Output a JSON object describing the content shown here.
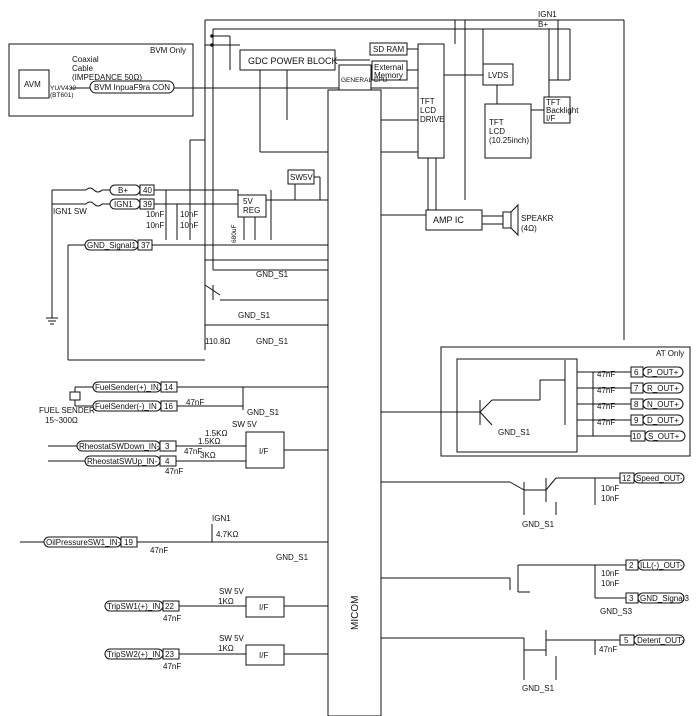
{
  "bvm": {
    "title": "BVM Only",
    "avm": "AVM",
    "cable_line1": "Coaxial",
    "cable_line2": "Cable",
    "cable_line3": "(IMPEDANCE 50Ω)",
    "avm_pin1": "YU/V432",
    "avm_pin2": "(BT601)",
    "connector": "BVM InpuaF9ra CON"
  },
  "top": {
    "ign1": "IGN1",
    "bplus": "B+",
    "gdc": "GDC POWER BLOCK",
    "sdram": "SD RAM",
    "external": "External",
    "memory": "Memory",
    "small_ic": "GENERAL CPU",
    "lvds": "LVDS",
    "tft_drive": [
      "TFT",
      "LCD",
      "DRIVE"
    ],
    "tft_lcd": [
      "TFT",
      "LCD",
      "(10.25inch)"
    ],
    "tft_backlight": [
      "TFT",
      "Backlight",
      "I/F"
    ],
    "amp": "AMP IC",
    "speaker": "SPEAKR",
    "speaker_ohm": "(4Ω)"
  },
  "power": {
    "bplus_label": "B+",
    "bplus_pin": "40",
    "ign1_label": "IGN1",
    "ign1_pin": "39",
    "ign1_sw": "IGN1 SW",
    "reg": [
      "5V",
      "REG"
    ],
    "sw5v": "SW5V",
    "cap10nf": "10nF",
    "cap680": "680uF",
    "gnd_sig": "GND_Signal1",
    "gnd_pin": "37",
    "gnd_s1": "GND_S1",
    "r110": "110.8Ω"
  },
  "fuel": {
    "plus_label": "FuelSender(+)_IN",
    "plus_pin": "14",
    "minus_label": "FuelSender(-)_IN",
    "minus_pin": "16",
    "cap": "47nF",
    "sender": "FUEL SENDER",
    "range": "15~300Ω"
  },
  "rheostat": {
    "down": "RheostatSWDown_IN-",
    "down_pin": "3",
    "up": "RheostatSWUp_IN-",
    "up_pin": "4",
    "sw5v": "SW 5V",
    "r1": "1.5KΩ",
    "r2": "1.5KΩ",
    "c1": "47nF",
    "r3": "3KΩ",
    "c2": "47nF",
    "if": "I/F"
  },
  "oil": {
    "label": "OilPressureSW1_IN-",
    "pin": "19",
    "ign1": "IGN1",
    "r": "4.7KΩ",
    "cap": "47nF",
    "gnd": "GND_S1"
  },
  "trip1": {
    "label": "TripSW1(+)_IN",
    "pin": "22",
    "sw5v": "SW 5V",
    "r": "1KΩ",
    "cap": "47nF",
    "if": "I/F"
  },
  "trip2": {
    "label": "TripSW2(+)_IN",
    "pin": "23",
    "sw5v": "SW 5V",
    "r": "1KΩ",
    "cap": "47nF",
    "if": "I/F"
  },
  "micom": "MICOM",
  "at": {
    "title": "AT Only",
    "outputs": [
      {
        "pin": "6",
        "label": "P_OUT+"
      },
      {
        "pin": "7",
        "label": "R_OUT+"
      },
      {
        "pin": "8",
        "label": "N_OUT+"
      },
      {
        "pin": "9",
        "label": "D_OUT+"
      },
      {
        "pin": "10",
        "label": "S_OUT+"
      }
    ],
    "cap": "47nF",
    "gnd": "GND_S1"
  },
  "speed": {
    "pin": "12",
    "label": "Speed_OUT-",
    "c1": "10nF",
    "c2": "10nF",
    "gnd": "GND_S1"
  },
  "ill": {
    "pin": "2",
    "label": "ILL(-)_OUT-",
    "c1": "10nF",
    "c2": "10nF"
  },
  "gnd3": {
    "pin": "3",
    "label": "GND_Signal3",
    "gnd": "GND_S3"
  },
  "detent": {
    "pin": "5",
    "label": "Detent_OUT-",
    "cap": "47nF",
    "gnd": "GND_S1"
  }
}
